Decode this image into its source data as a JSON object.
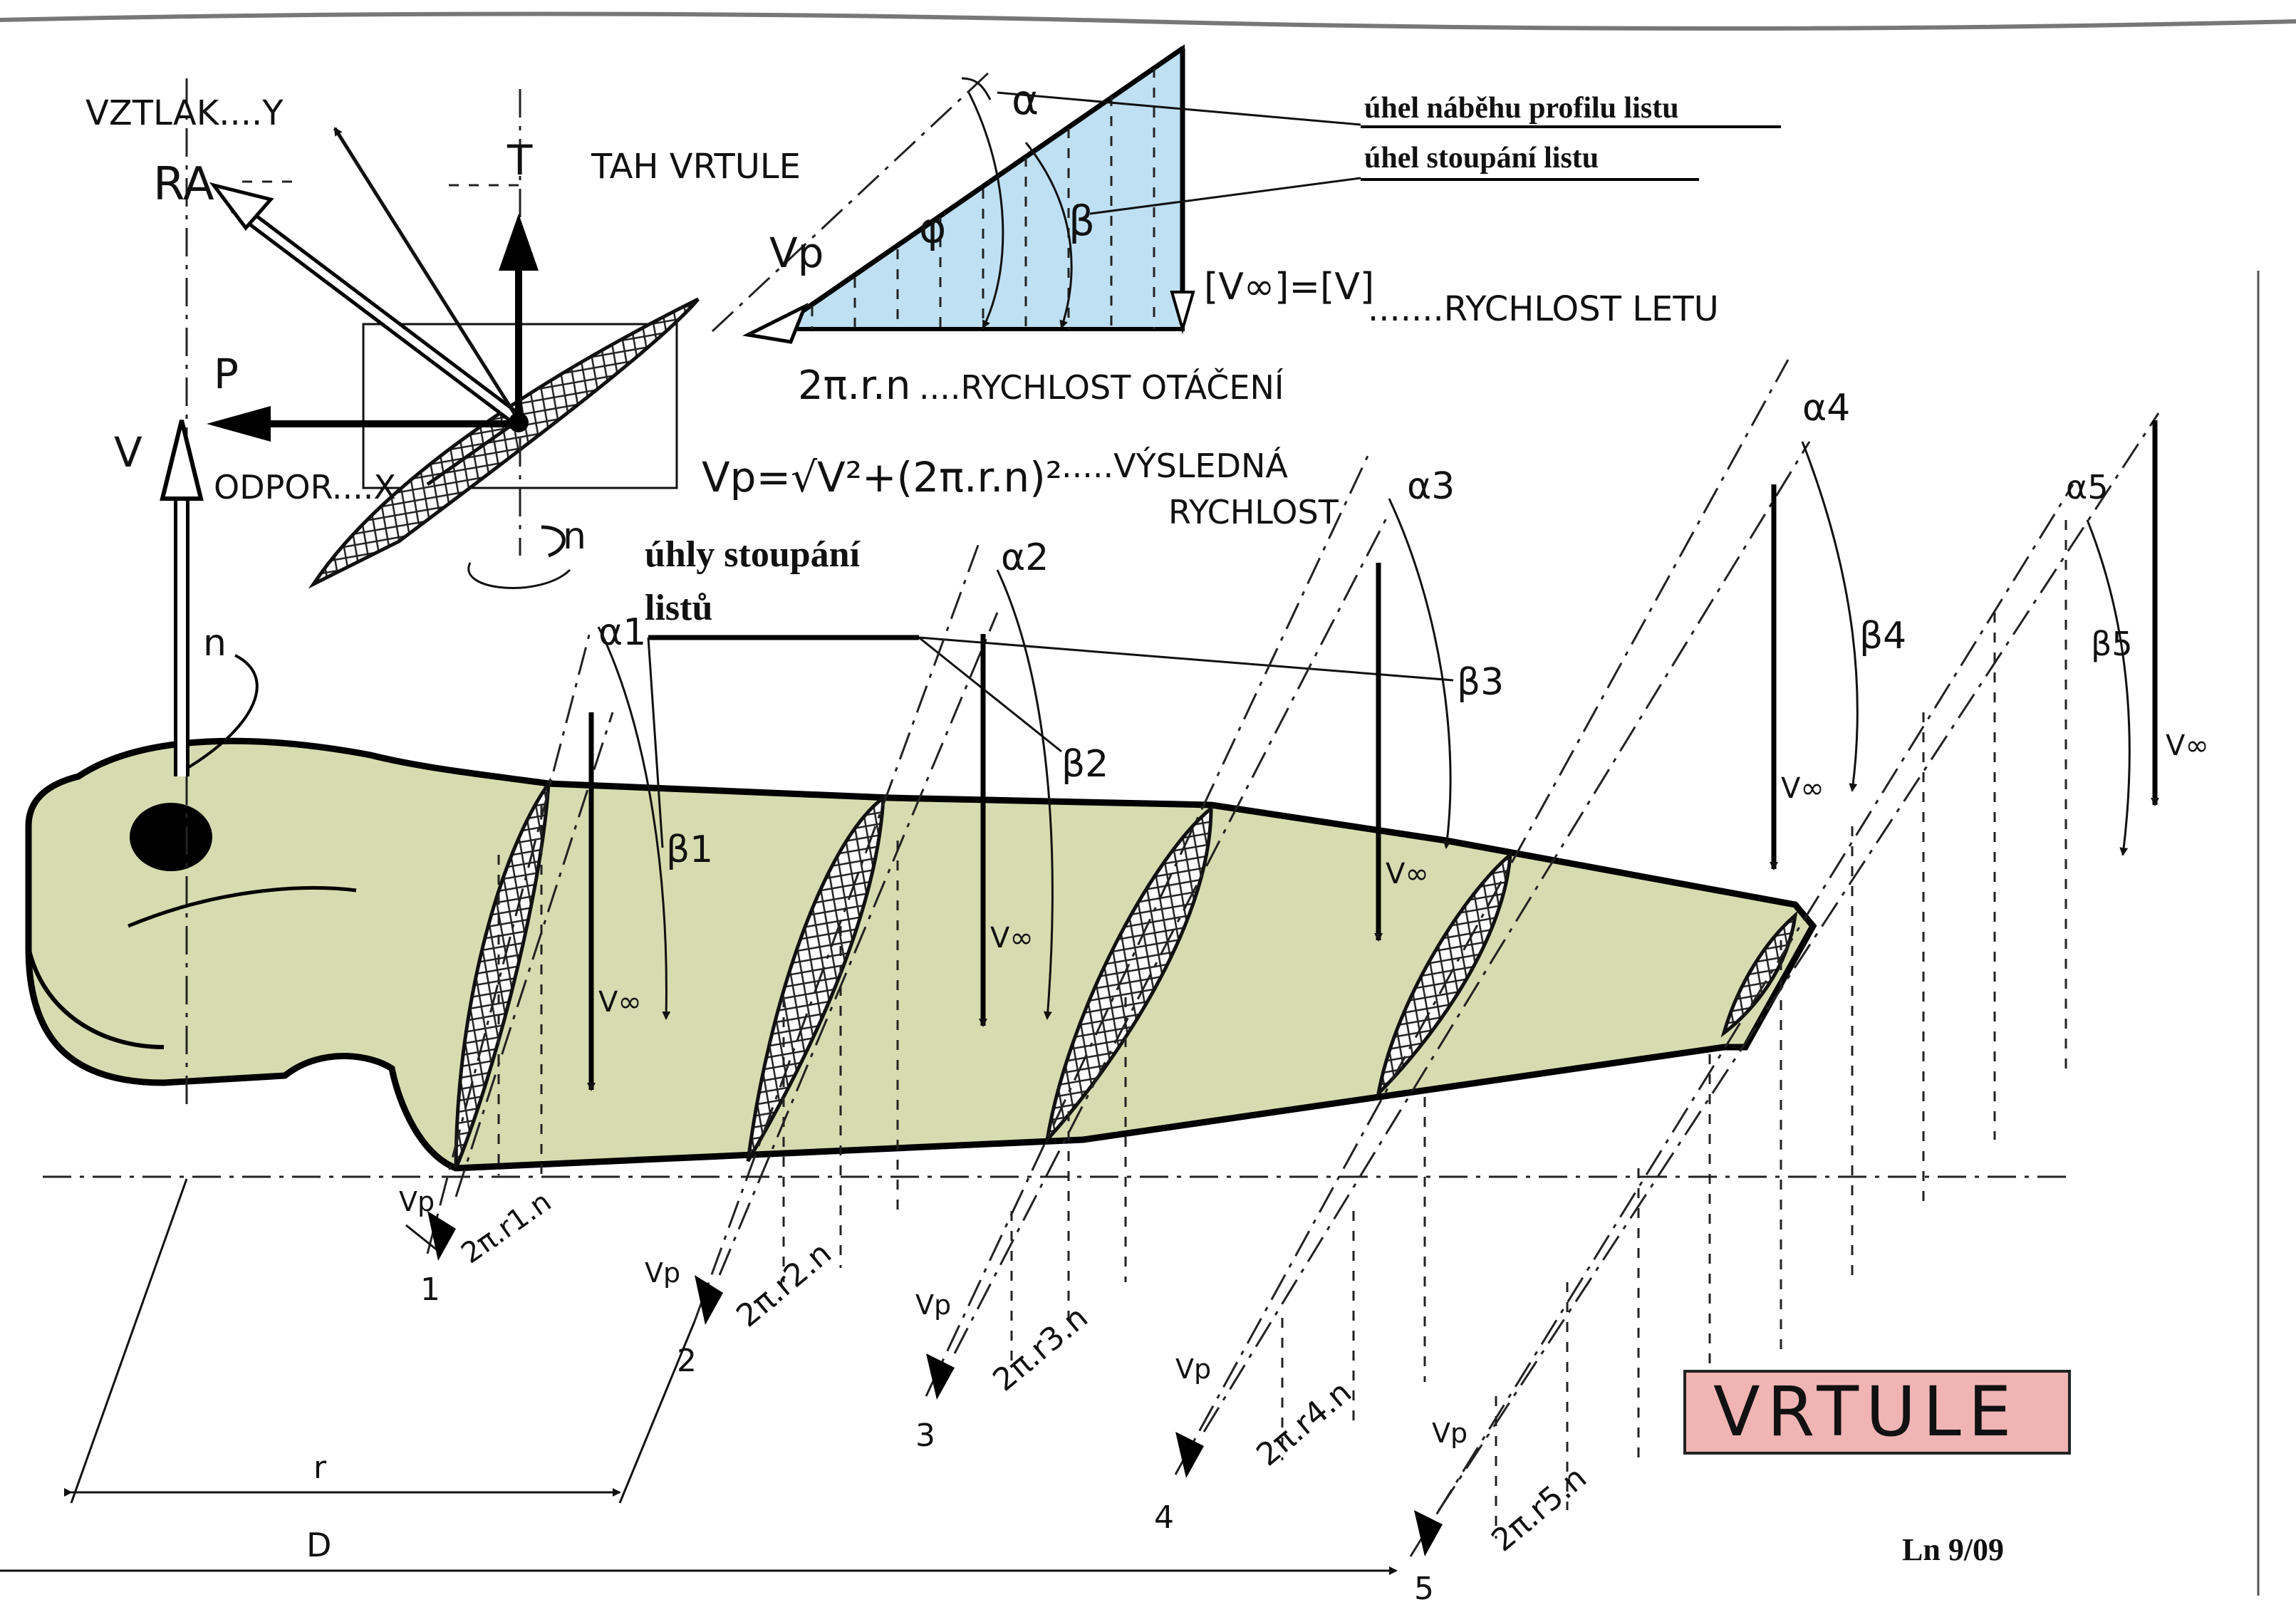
{
  "labels": {
    "vztlak": "VZTLAK....Y",
    "ra": "RA",
    "t": "T",
    "tah": "TAH VRTULE",
    "vp_top": "Vp",
    "alpha": "α",
    "phi": "φ",
    "beta": "β",
    "vinf_eq": "[V∞]=[V]",
    "rychlost_letu": ".......RYCHLOST LETU",
    "p": "P",
    "v": "V",
    "odpor": "ODPOR....X",
    "two_pi_rn": "2π.r.n",
    "rychlost_otaceni": "....RYCHLOST OTÁČENÍ",
    "vp_formula": "Vp=√V²+(2π.r.n)²",
    "vysledna": ".....VÝSLEDNÁ",
    "rychlost": "RYCHLOST",
    "n_top": "n",
    "n_hub": "n",
    "r": "r",
    "d": "D",
    "vinf": "V∞",
    "vp": "Vp"
  },
  "annotations": {
    "uhel_nabehu": "úhel náběhu profilu listu",
    "uhel_stoupani": "úhel stoupání listu",
    "uhly_stoupani_1": "úhly stoupání",
    "uhly_stoupani_2": "listů"
  },
  "sections": [
    {
      "num": "1",
      "alpha": "α1",
      "beta": "β1",
      "rotation": "2π.r1.n"
    },
    {
      "num": "2",
      "alpha": "α2",
      "beta": "β2",
      "rotation": "2π.r2.n"
    },
    {
      "num": "3",
      "alpha": "α3",
      "beta": "β3",
      "rotation": "2π.r3.n"
    },
    {
      "num": "4",
      "alpha": "α4",
      "beta": "β4",
      "rotation": "2π.r4.n"
    },
    {
      "num": "5",
      "alpha": "α5",
      "beta": "β5",
      "rotation": "2π.r5.n"
    }
  ],
  "title": "VRTULE",
  "page_ref": "Ln 9/09",
  "colors": {
    "blade_fill": "#d6dcb0",
    "triangle_fill": "#bfe0f3",
    "title_bg": "#f0b4b4"
  }
}
